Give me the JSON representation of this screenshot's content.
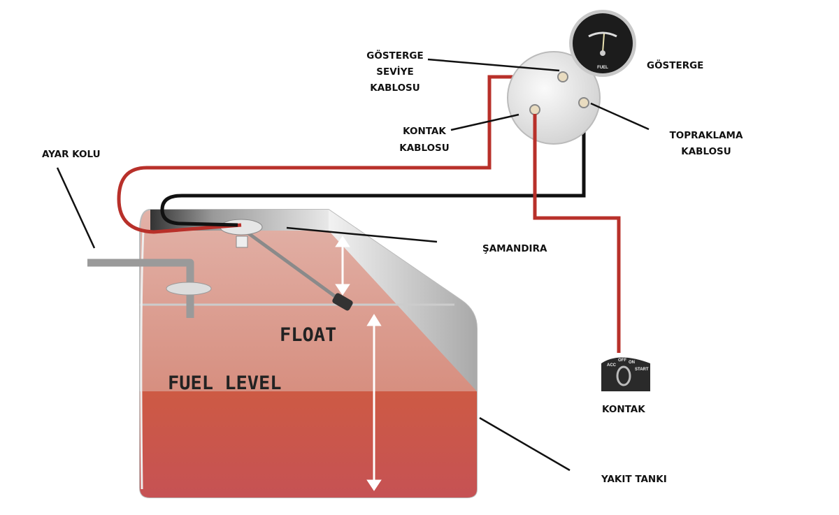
{
  "labels": {
    "gauge_level_wire": [
      "GÖSTERGE",
      "SEVİYE",
      "KABLOSU"
    ],
    "gauge": "GÖSTERGE",
    "ignition_wire": [
      "KONTAK",
      "KABLOSU"
    ],
    "ground_wire": [
      "TOPRAKLAMA",
      "KABLOSU"
    ],
    "adjust_arm": "AYAR KOLU",
    "float_part": "ŞAMANDIRA",
    "ignition": "KONTAK",
    "fuel_tank": "YAKIT TANKI",
    "float_text": "FLOAT",
    "fuel_level_text": "FUEL LEVEL"
  },
  "device_lettering": {
    "gauge_face": "FUEL",
    "ignition_positions": [
      "ACC",
      "OFF",
      "ON",
      "START"
    ]
  },
  "colors": {
    "power_wire": "#b8302a",
    "ground_wire": "#111111",
    "fuel": "#c9574a",
    "tank_upper": "#d99a8c"
  }
}
